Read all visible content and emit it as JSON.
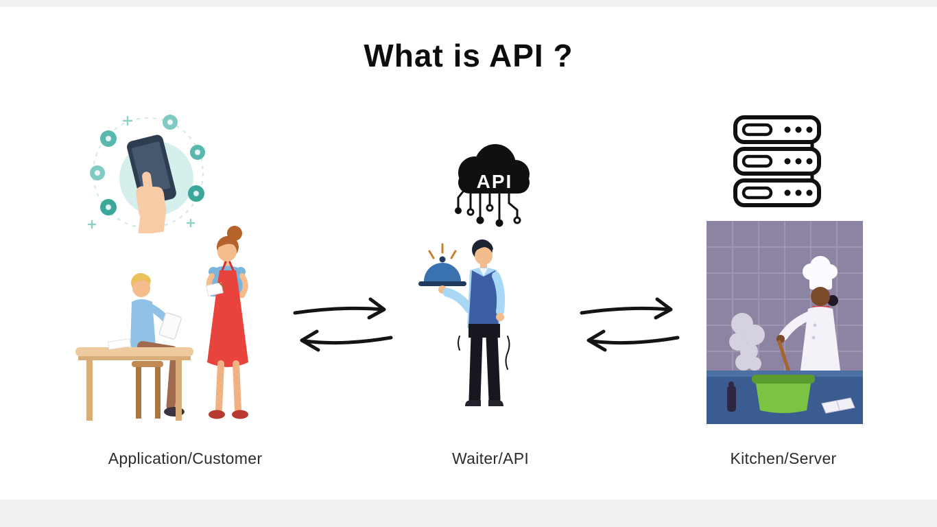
{
  "title": "What is API ?",
  "diagram": {
    "api_badge": "API",
    "nodes": [
      {
        "id": "application-customer",
        "label": "Application/Customer"
      },
      {
        "id": "waiter-api",
        "label": "Waiter/API"
      },
      {
        "id": "kitchen-server",
        "label": "Kitchen/Server"
      }
    ]
  },
  "icons": {
    "app_illustration": "smartphone-with-hand-and-app-icons",
    "customer_illustration": "customer-at-table-with-waitress",
    "api_cloud": "black-cloud-with-circuit-lines",
    "waiter_illustration": "waiter-holding-cloche",
    "server_rack": "server-rack-outline",
    "kitchen_illustration": "chef-cooking-in-kitchen",
    "arrows": "hand-drawn-double-arrows"
  },
  "colors": {
    "background": "#ffffff",
    "title_text": "#0d0d0d",
    "label_text": "#2b2b2b",
    "arrow": "#141414",
    "api_cloud": "#101010",
    "teal_accent": "#59b8ae",
    "apron_red": "#e8433c",
    "waiter_vest_blue": "#3c5fa3",
    "cloche_blue": "#3a72b0",
    "kitchen_purple": "#8d84a3",
    "counter_blue": "#3a5c90",
    "pot_green": "#7cc243"
  }
}
